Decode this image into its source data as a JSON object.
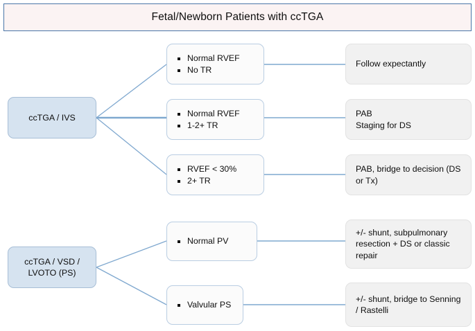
{
  "header": {
    "title": "Fetal/Newborn Patients with ccTGA"
  },
  "colors": {
    "title_fill": "#fbf3f3",
    "title_border": "#4a76a8",
    "primary_node_fill": "#d6e3f0",
    "primary_node_border": "#a7bed6",
    "criteria_node_fill": "#fbfbfb",
    "criteria_node_border": "#b9cde2",
    "outcome_node_fill": "#f1f1f1",
    "outcome_node_border": "#e2e2e2",
    "connector": "#7fa8cf"
  },
  "chart_data": {
    "type": "diagram",
    "title": "Fetal/Newborn Patients with ccTGA",
    "layout": "left-to-right decision tree, 3 columns",
    "branches": [
      {
        "id": "ivs",
        "root_label": "ccTGA / IVS",
        "paths": [
          {
            "criteria": [
              "Normal RVEF",
              "No TR"
            ],
            "outcome": [
              "Follow expectantly"
            ]
          },
          {
            "criteria": [
              "Normal RVEF",
              "1-2+ TR"
            ],
            "outcome": [
              "PAB",
              "Staging for DS"
            ]
          },
          {
            "criteria": [
              "RVEF < 30%",
              "2+ TR"
            ],
            "outcome": [
              "PAB, bridge to decision (DS or Tx)"
            ]
          }
        ]
      },
      {
        "id": "vsd-lvoto",
        "root_label": "ccTGA / VSD / LVOTO (PS)",
        "root_label_lines": [
          "ccTGA / VSD /",
          "LVOTO (PS)"
        ],
        "paths": [
          {
            "criteria": [
              "Normal PV"
            ],
            "outcome": [
              "+/- shunt, subpulmonary resection + DS or classic repair"
            ]
          },
          {
            "criteria": [
              "Valvular PS"
            ],
            "outcome": [
              "+/- shunt, bridge to Senning / Rastelli"
            ]
          }
        ]
      }
    ]
  },
  "nodes": {
    "root_ivs": {
      "label": "ccTGA / IVS"
    },
    "root_vsd_line1": {
      "label": "ccTGA / VSD /"
    },
    "root_vsd_line2": {
      "label": "LVOTO (PS)"
    },
    "crit_1_a": {
      "label": "Normal RVEF"
    },
    "crit_1_b": {
      "label": "No TR"
    },
    "crit_2_a": {
      "label": "Normal RVEF"
    },
    "crit_2_b": {
      "label": "1-2+ TR"
    },
    "crit_3_a": {
      "label": "RVEF < 30%"
    },
    "crit_3_b": {
      "label": "2+ TR"
    },
    "crit_4_a": {
      "label": "Normal PV"
    },
    "crit_5_a": {
      "label": "Valvular PS"
    },
    "out_1": {
      "label": "Follow expectantly"
    },
    "out_2_line1": {
      "label": "PAB"
    },
    "out_2_line2": {
      "label": "Staging for DS"
    },
    "out_3": {
      "label": "PAB, bridge to decision (DS or Tx)"
    },
    "out_4": {
      "label": "+/- shunt, subpulmonary resection + DS or classic repair"
    },
    "out_5": {
      "label": "+/- shunt, bridge to Senning / Rastelli"
    }
  }
}
